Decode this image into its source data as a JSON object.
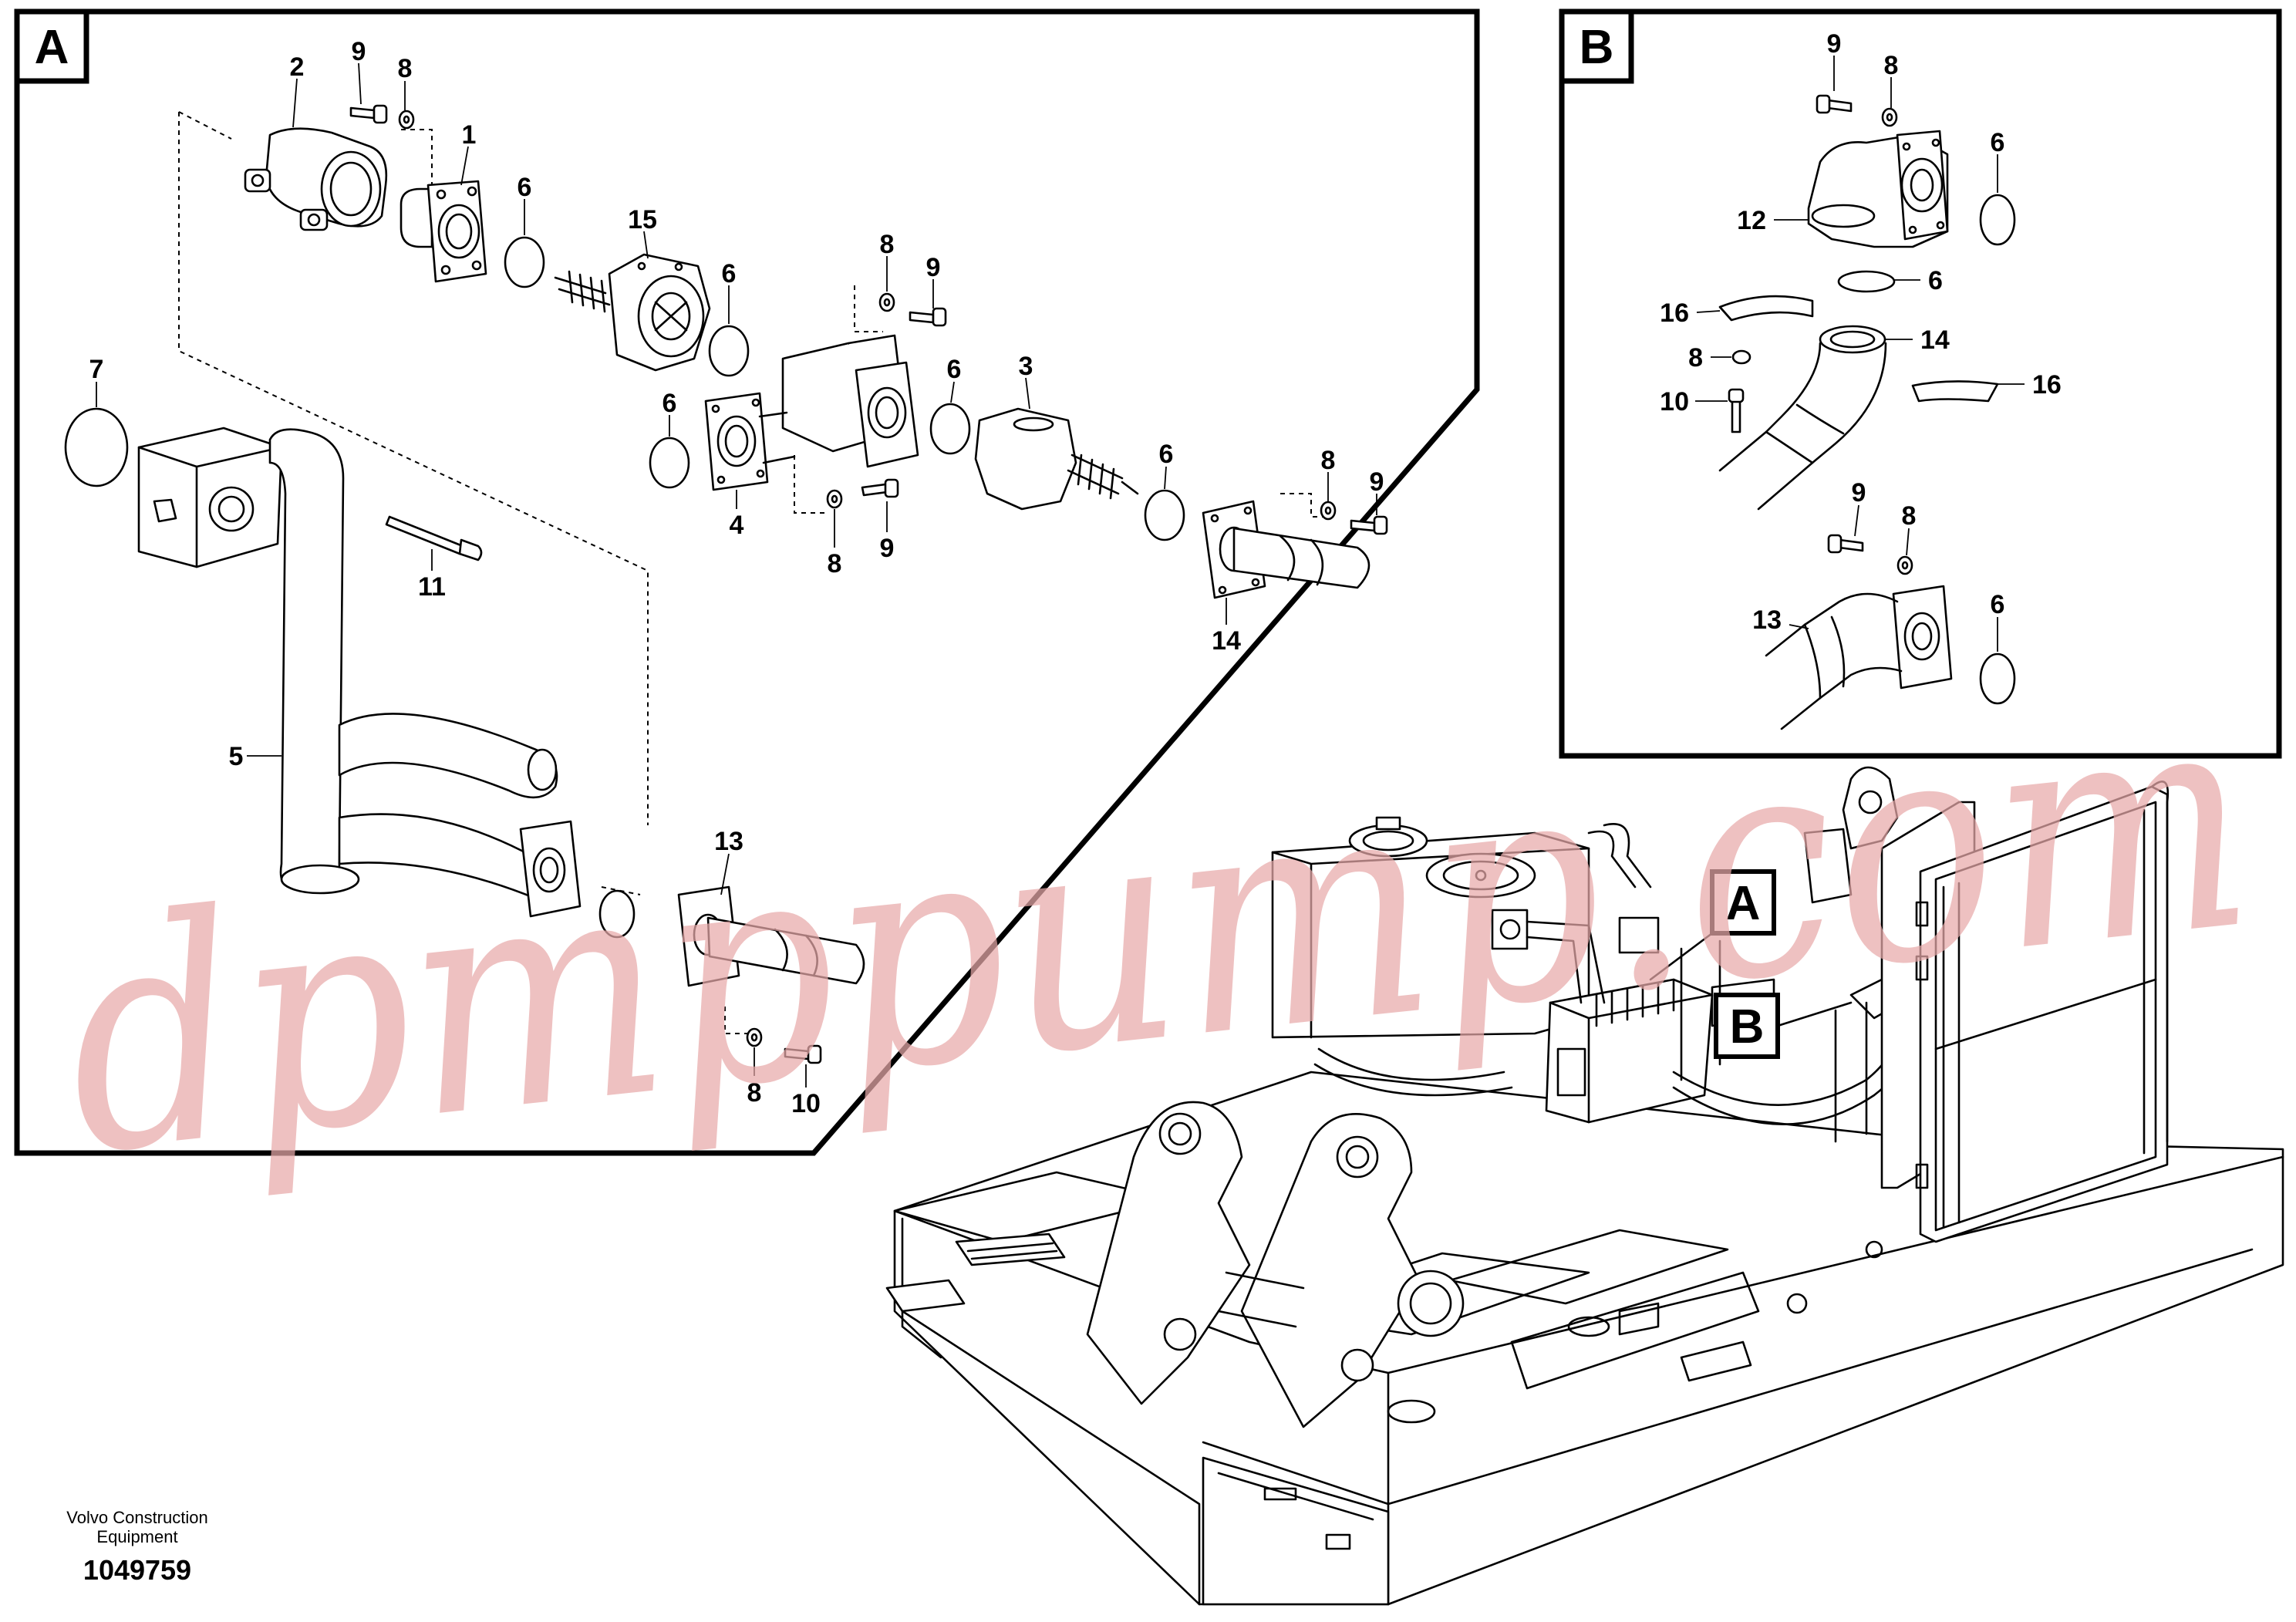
{
  "detail_a": {
    "tag": "A",
    "callouts": {
      "p1": "1",
      "p2": "2",
      "p3": "3",
      "p4": "4",
      "p5": "5",
      "p6a": "6",
      "p6b": "6",
      "p6c": "6",
      "p6d": "6",
      "p6e": "6",
      "p7": "7",
      "p8a": "8",
      "p8b": "8",
      "p8c": "8",
      "p8d": "8",
      "p8e": "8",
      "p9a": "9",
      "p9b": "9",
      "p9c": "9",
      "p9d": "9",
      "p10": "10",
      "p11": "11",
      "p13": "13",
      "p14": "14",
      "p15": "15"
    }
  },
  "detail_b": {
    "tag": "B",
    "callouts": {
      "p9a": "9",
      "p8a": "8",
      "p6a": "6",
      "p12": "12",
      "p6b": "6",
      "p16a": "16",
      "p14": "14",
      "p8b": "8",
      "p16b": "16",
      "p10": "10",
      "p9b": "9",
      "p8c": "8",
      "p13": "13",
      "p6c": "6"
    }
  },
  "overview": {
    "tag_a": "A",
    "tag_b": "B"
  },
  "footer": {
    "company_line1": "Volvo Construction",
    "company_line2": "Equipment",
    "drawing_number": "1049759"
  },
  "watermark": {
    "text": "dpmppump.com",
    "color": "#e8a9a9"
  }
}
